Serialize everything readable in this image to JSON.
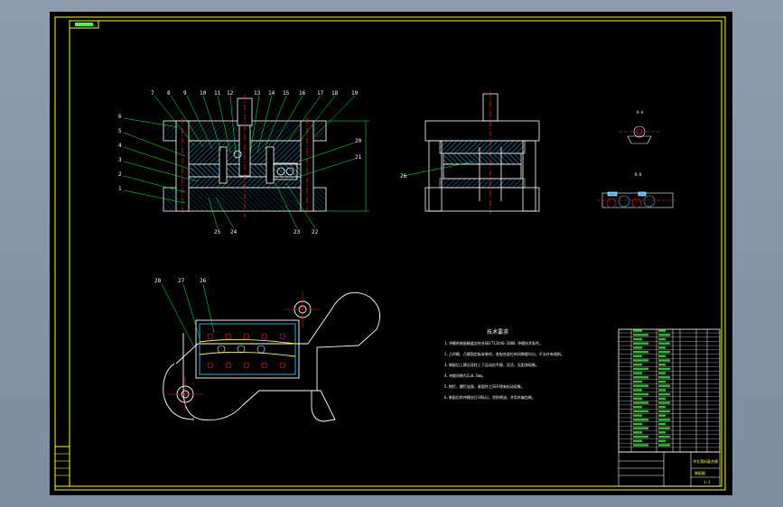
{
  "drawing": {
    "part_numbers_top": [
      "7",
      "8",
      "9",
      "10",
      "11",
      "12",
      "13",
      "14",
      "15",
      "16",
      "17",
      "18",
      "19"
    ],
    "part_numbers_left": [
      "6",
      "5",
      "4",
      "3",
      "2",
      "1"
    ],
    "part_numbers_right": [
      "20",
      "21"
    ],
    "part_numbers_bottom": [
      "25",
      "24",
      "23",
      "22"
    ],
    "side_view_label": "26",
    "plan_view_labels": [
      "28",
      "27",
      "26"
    ],
    "tech_notes_title": "技术要求",
    "tech_notes": [
      "1.冲模的装配精度应符合GB/T12446-2008 冲模技术条件。",
      "2.凸凹模、凸模固定板安装时，各配合部位的间隙要均匀，不允许有倾斜。",
      "3.装配后上模沿导柱上下运动应平稳、灵活，无阻滞现象。",
      "4.冲裁间隙为Z=0.5mm。",
      "5.销钉、螺钉连接，紧固件之间不得有松动现象。",
      "6.装配后的冲模应打印标记，涂防锈油，并用木箱包装。"
    ],
    "title_block": {
      "name": "冲孔落料复合模",
      "drawing_no": "装配图",
      "scale": "1:1"
    }
  },
  "colors": {
    "frame": "#ffff00",
    "outline": "#ffffff",
    "hatch": "#3ab8ff",
    "leader": "#00ff44",
    "center": "#ff2020",
    "text_green": "#44ff44"
  }
}
